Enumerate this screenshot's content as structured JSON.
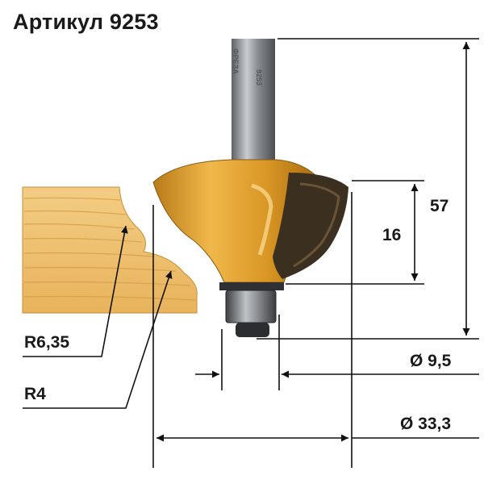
{
  "title": "Артикул 9253",
  "dimensions": {
    "total_length": "57",
    "cutting_height": "16",
    "bearing_diameter": "Ø 9,5",
    "cutter_diameter": "Ø 33,3"
  },
  "radii": {
    "large": "R6,35",
    "small": "R4"
  },
  "colors": {
    "cutter_body": "#e0a12c",
    "carbide_tip": "#3b2f20",
    "shank": "#7d8186",
    "wood": "#efc372",
    "line": "#111111"
  }
}
